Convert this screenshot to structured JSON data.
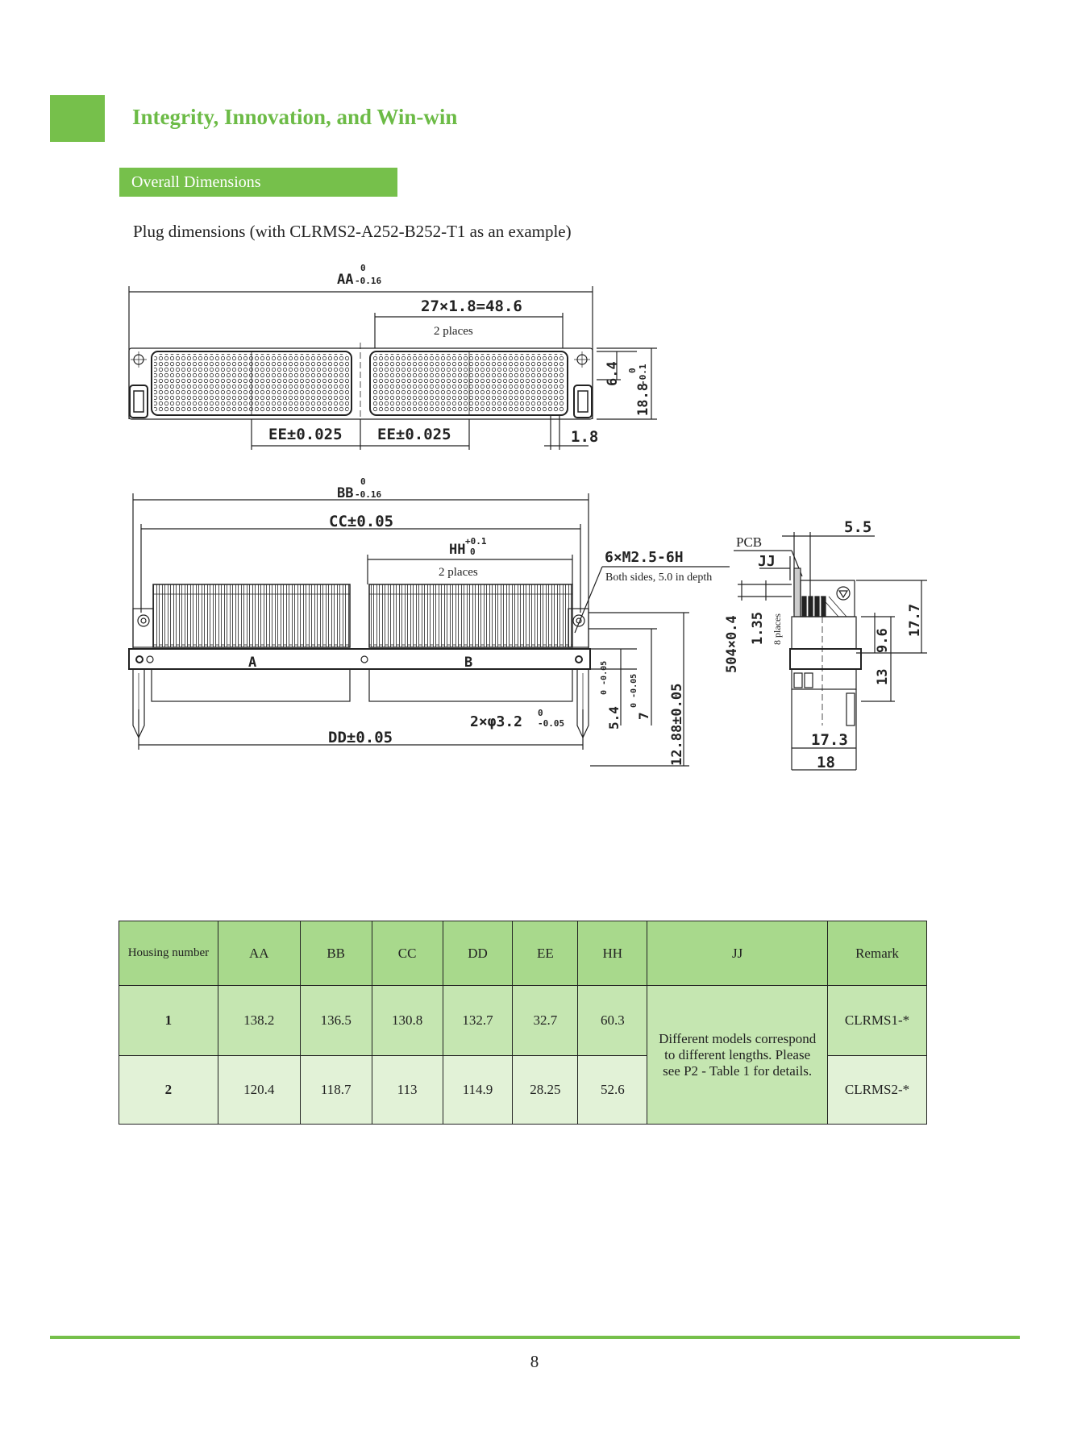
{
  "header": {
    "company_slogan": "Integrity, Innovation, and Win-win"
  },
  "section": {
    "title": "Overall Dimensions"
  },
  "caption": "Plug dimensions (with CLRMS2-A252-B252-T1 as an example)",
  "drawing": {
    "top_view": {
      "aa": "AA",
      "aa_tol_upper": "0",
      "aa_tol_lower": "-0.16",
      "pitch": "27×1.8=48.6",
      "pitch_note": "2 places",
      "ee_left": "EE±0.025",
      "ee_right": "EE±0.025",
      "dim_6_4": "6.4",
      "dim_18_8": "18.8",
      "dim_18_8_tol_upper": "0",
      "dim_18_8_tol_lower": "-0.1",
      "dim_1_8": "1.8"
    },
    "front_view": {
      "bb": "BB",
      "bb_tol_upper": "0",
      "bb_tol_lower": "-0.16",
      "cc": "CC±0.05",
      "hh": "HH",
      "hh_tol_upper": "+0.1",
      "hh_tol_lower": "0",
      "hh_note": "2 places",
      "thread": "6×M2.5-6H",
      "thread_note": "Both sides, 5.0 in depth",
      "hole": "2×φ3.2",
      "hole_tol_upper": "0",
      "hole_tol_lower": "-0.05",
      "dd": "DD±0.05",
      "dim_5_4": "5.4",
      "dim_5_4_tol": "0 -0.05",
      "dim_7": "7",
      "dim_7_tol": "0 -0.05",
      "dim_12_88": "12.88±0.05",
      "label_a": "A",
      "label_b": "B"
    },
    "side_view": {
      "dim_5_5": "5.5",
      "pcb": "PCB",
      "jj": "JJ",
      "dim_504": "504×0.4",
      "dim_1_35": "1.35",
      "places_note": "8 places",
      "dim_9_6": "9.6",
      "dim_17_7": "17.7",
      "dim_13": "13",
      "dim_17_3": "17.3",
      "dim_18": "18"
    }
  },
  "table": {
    "headers": [
      "Housing number",
      "AA",
      "BB",
      "CC",
      "DD",
      "EE",
      "HH",
      "JJ",
      "Remark"
    ],
    "rows": [
      {
        "housing": "1",
        "aa": "138.2",
        "bb": "136.5",
        "cc": "130.8",
        "dd": "132.7",
        "ee": "32.7",
        "hh": "60.3",
        "remark": "CLRMS1-*"
      },
      {
        "housing": "2",
        "aa": "120.4",
        "bb": "118.7",
        "cc": "113",
        "dd": "114.9",
        "ee": "28.25",
        "hh": "52.6",
        "remark": "CLRMS2-*"
      }
    ],
    "jj_note": "Different models correspond to different lengths. Please see P2 - Table 1 for details."
  },
  "footer": {
    "page_number": "8"
  },
  "colors": {
    "brand_green": "#76c04b",
    "header_row": "#a8d98c",
    "row1": "#c5e6b1",
    "row2": "#e2f2d7"
  }
}
